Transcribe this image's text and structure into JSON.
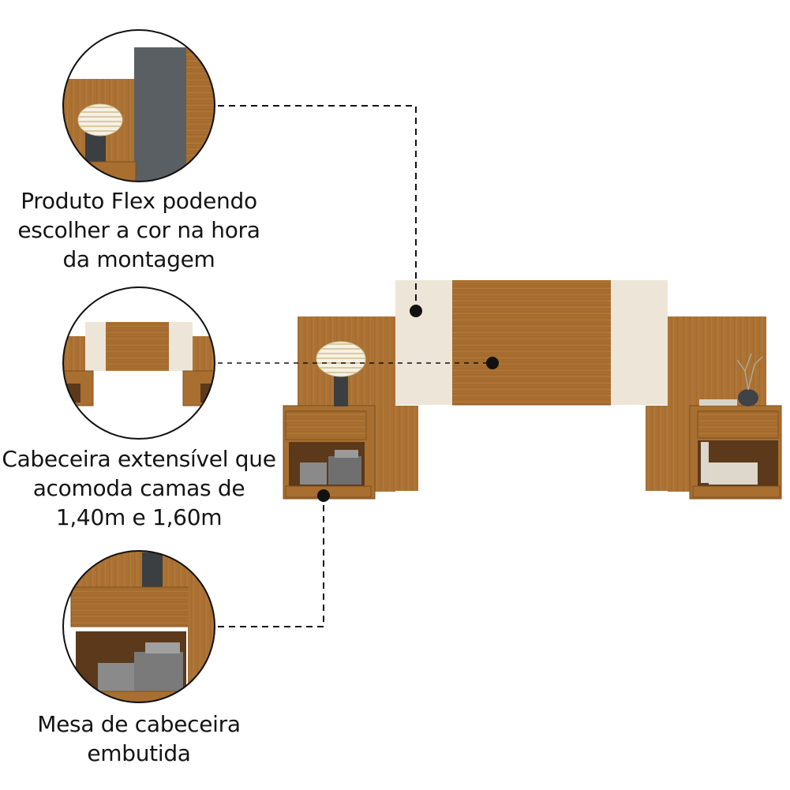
{
  "colors": {
    "wood": "#a86f30",
    "wood_dark": "#8a5622",
    "off_white": "#ede6d8",
    "graphite": "#5a5f64",
    "connector": "#111111"
  },
  "callouts": [
    {
      "name": "flex-color",
      "lines": [
        "Produto Flex podendo",
        "escolher a cor na hora",
        "da montagem"
      ],
      "icon": "color-panel-detail-image"
    },
    {
      "name": "extensible-headboard",
      "lines": [
        "Cabeceira extensível que",
        "acomoda camas de",
        "1,40m e 1,60m"
      ],
      "icon": "headboard-detail-image"
    },
    {
      "name": "built-in-nightstand",
      "lines": [
        "Mesa de cabeceira",
        "embutida"
      ],
      "icon": "nightstand-detail-image"
    }
  ]
}
